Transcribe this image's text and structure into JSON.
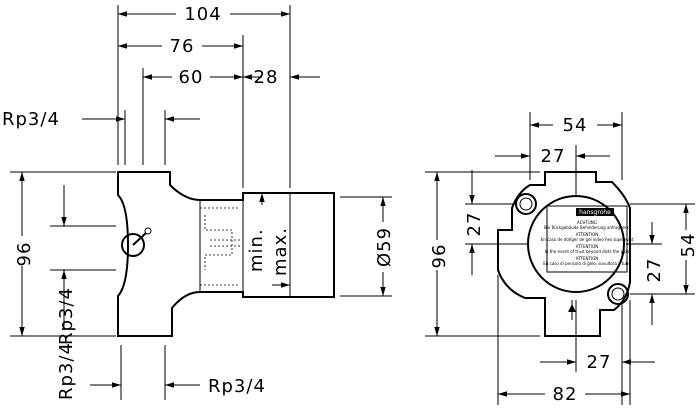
{
  "dimensions": {
    "d104": "104",
    "d76": "76",
    "d60": "60",
    "d28": "28",
    "rp_top": "Rp3/4",
    "rp_left": "Rp3/4",
    "rp_bottom_left": "Rp3/4",
    "rp_bottom_right": "Rp3/4",
    "h96_left": "96",
    "dia59": "Ø59",
    "min": "min.",
    "max": "max.",
    "w54": "54",
    "w27_top": "27",
    "h27_left": "27",
    "h96_right": "96",
    "h54_right": "54",
    "h27_right": "27",
    "w27_bottom": "27",
    "w82": "82"
  },
  "label": {
    "brand": "hansgrohe",
    "lines": [
      "ACHTUNG",
      "Bei Rückgebäude Behinderung anfrageend",
      "ATTENTION",
      "En caso de doñger de gel video hes tupereunt",
      "ATTENTION",
      "In the event of trust beyond dists the pipe",
      "ATTENTION",
      "En caso di pericolo di gelo, sovultora il tubo"
    ]
  },
  "colors": {
    "ink": "#000000",
    "paper": "#ffffff"
  }
}
